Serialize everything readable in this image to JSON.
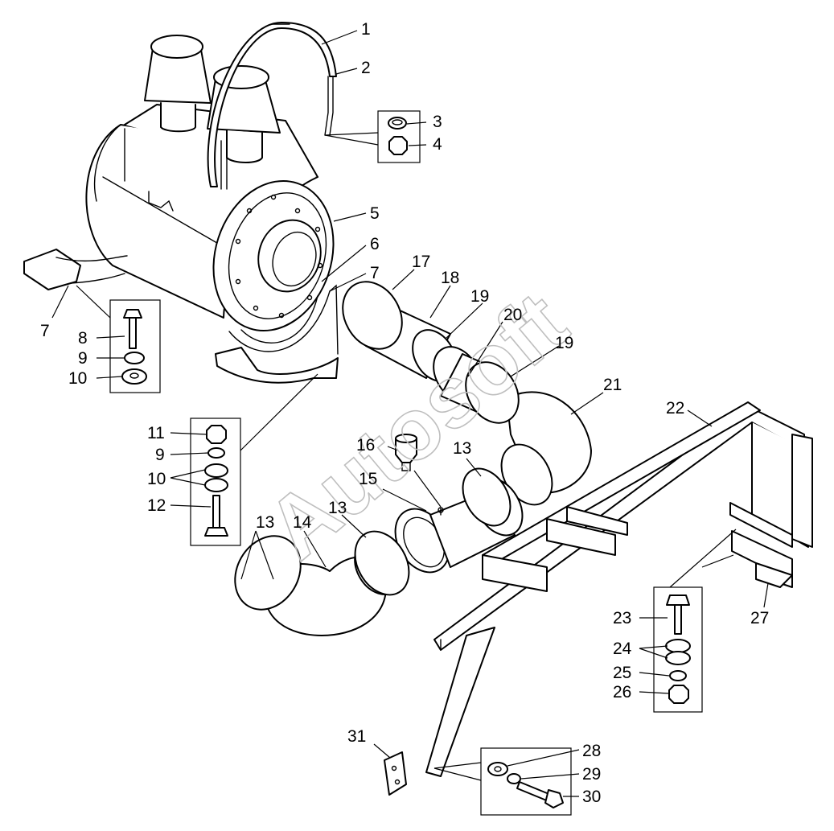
{
  "watermark": "Autosoft",
  "callouts": [
    {
      "id": "c1",
      "label": "1"
    },
    {
      "id": "c2",
      "label": "2"
    },
    {
      "id": "c3",
      "label": "3"
    },
    {
      "id": "c4",
      "label": "4"
    },
    {
      "id": "c5",
      "label": "5"
    },
    {
      "id": "c6",
      "label": "6"
    },
    {
      "id": "c7a",
      "label": "7"
    },
    {
      "id": "c7b",
      "label": "7"
    },
    {
      "id": "c8",
      "label": "8"
    },
    {
      "id": "c9a",
      "label": "9"
    },
    {
      "id": "c10a",
      "label": "10"
    },
    {
      "id": "c11",
      "label": "11"
    },
    {
      "id": "c9b",
      "label": "9"
    },
    {
      "id": "c10b",
      "label": "10"
    },
    {
      "id": "c12",
      "label": "12"
    },
    {
      "id": "c13a",
      "label": "13"
    },
    {
      "id": "c14",
      "label": "14"
    },
    {
      "id": "c13b",
      "label": "13"
    },
    {
      "id": "c15",
      "label": "15"
    },
    {
      "id": "c16",
      "label": "16"
    },
    {
      "id": "c13c",
      "label": "13"
    },
    {
      "id": "c17",
      "label": "17"
    },
    {
      "id": "c18",
      "label": "18"
    },
    {
      "id": "c19a",
      "label": "19"
    },
    {
      "id": "c20",
      "label": "20"
    },
    {
      "id": "c19b",
      "label": "19"
    },
    {
      "id": "c21",
      "label": "21"
    },
    {
      "id": "c22",
      "label": "22"
    },
    {
      "id": "c23",
      "label": "23"
    },
    {
      "id": "c24",
      "label": "24"
    },
    {
      "id": "c25",
      "label": "25"
    },
    {
      "id": "c26",
      "label": "26"
    },
    {
      "id": "c27",
      "label": "27"
    },
    {
      "id": "c28",
      "label": "28"
    },
    {
      "id": "c29",
      "label": "29"
    },
    {
      "id": "c30",
      "label": "30"
    },
    {
      "id": "c31",
      "label": "31"
    }
  ]
}
